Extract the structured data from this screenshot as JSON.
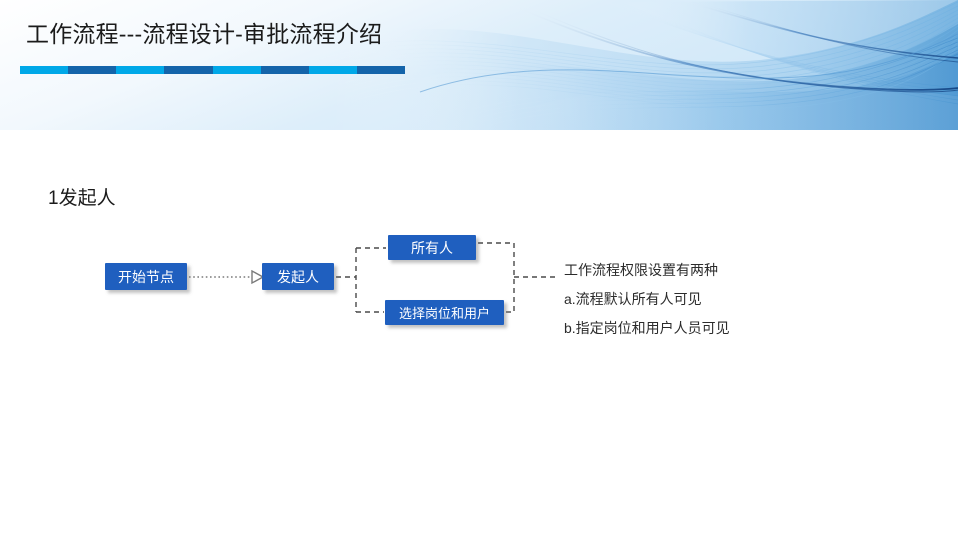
{
  "slide": {
    "title": "工作流程---流程设计-审批流程介绍",
    "section_heading": "1发起人",
    "background_color": "#ffffff"
  },
  "accent_rule": {
    "segments": [
      "light",
      "dark",
      "light",
      "dark",
      "light",
      "dark",
      "light",
      "dark"
    ],
    "light_color": "#00a8e8",
    "dark_color": "#1464aa"
  },
  "decor": {
    "wave_graphic": "blue-ribbon-wave",
    "wave_colors": [
      "#e8f3fc",
      "#bcdcf4",
      "#7fbbe8",
      "#2f7fc4",
      "#11407f"
    ]
  },
  "flow": {
    "node_color": "#1f5fbf",
    "node_text_color": "#ffffff",
    "connector_color": "#5a5a5a",
    "nodes": [
      {
        "id": "start",
        "label": "开始节点"
      },
      {
        "id": "initiator",
        "label": "发起人"
      },
      {
        "id": "everyone",
        "label": "所有人"
      },
      {
        "id": "select",
        "label": "选择岗位和用户"
      }
    ],
    "connectors": [
      {
        "from": "start",
        "to": "initiator",
        "style": "dotted-arrow"
      },
      {
        "from": "initiator",
        "to": "everyone",
        "style": "dashed-bracket"
      },
      {
        "from": "initiator",
        "to": "select",
        "style": "dashed-bracket"
      },
      {
        "from": "everyone",
        "to": "note",
        "style": "dashed-bracket"
      },
      {
        "from": "select",
        "to": "note",
        "style": "dashed-bracket"
      }
    ]
  },
  "note": {
    "lines": [
      "工作流程权限设置有两种",
      "a.流程默认所有人可见",
      "b.指定岗位和用户人员可见"
    ]
  }
}
